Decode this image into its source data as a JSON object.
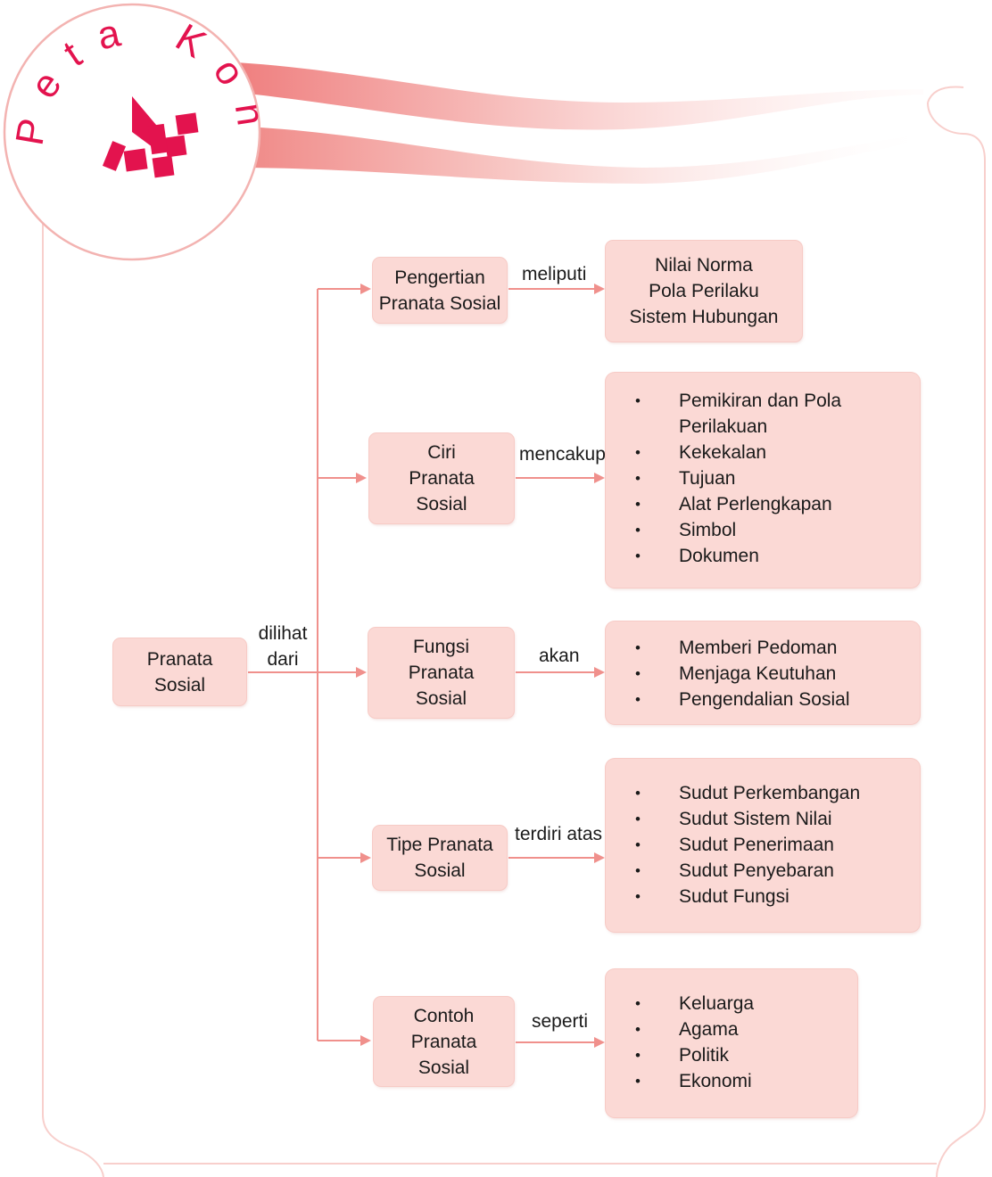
{
  "header": {
    "title": "Peta Konsep"
  },
  "colors": {
    "accent": "#e3134e",
    "line": "#f0908c",
    "box_fill": "#fbd9d5",
    "frame": "#f8cfcc"
  },
  "root": {
    "lines": [
      "Pranata",
      "Sosial"
    ]
  },
  "root_edge_label": {
    "lines": [
      "dilihat",
      "dari"
    ]
  },
  "branches": [
    {
      "topic_lines": [
        "Pengertian",
        "Pranata Sosial"
      ],
      "relation": "meliputi",
      "items": [
        "Nilai Norma",
        "Pola Perilaku",
        "Sistem Hubungan"
      ]
    },
    {
      "topic_lines": [
        "Ciri",
        "Pranata",
        "Sosial"
      ],
      "relation": "mencakup",
      "items": [
        "Pemikiran dan Pola",
        "Perilakuan",
        "Kekekalan",
        "Tujuan",
        "Alat Perlengkapan",
        "Simbol",
        "Dokumen"
      ]
    },
    {
      "topic_lines": [
        "Fungsi",
        "Pranata",
        "Sosial"
      ],
      "relation": "akan",
      "items": [
        "Memberi Pedoman",
        "Menjaga Keutuhan",
        "Pengendalian Sosial"
      ]
    },
    {
      "topic_lines": [
        "Tipe Pranata",
        "Sosial"
      ],
      "relation": "terdiri atas",
      "items": [
        "Sudut Perkembangan",
        "Sudut Sistem Nilai",
        "Sudut Penerimaan",
        "Sudut Penyebaran",
        "Sudut Fungsi"
      ]
    },
    {
      "topic_lines": [
        "Contoh",
        "Pranata",
        "Sosial"
      ],
      "relation": "seperti",
      "items": [
        "Keluarga",
        "Agama",
        "Politik",
        "Ekonomi"
      ]
    }
  ]
}
